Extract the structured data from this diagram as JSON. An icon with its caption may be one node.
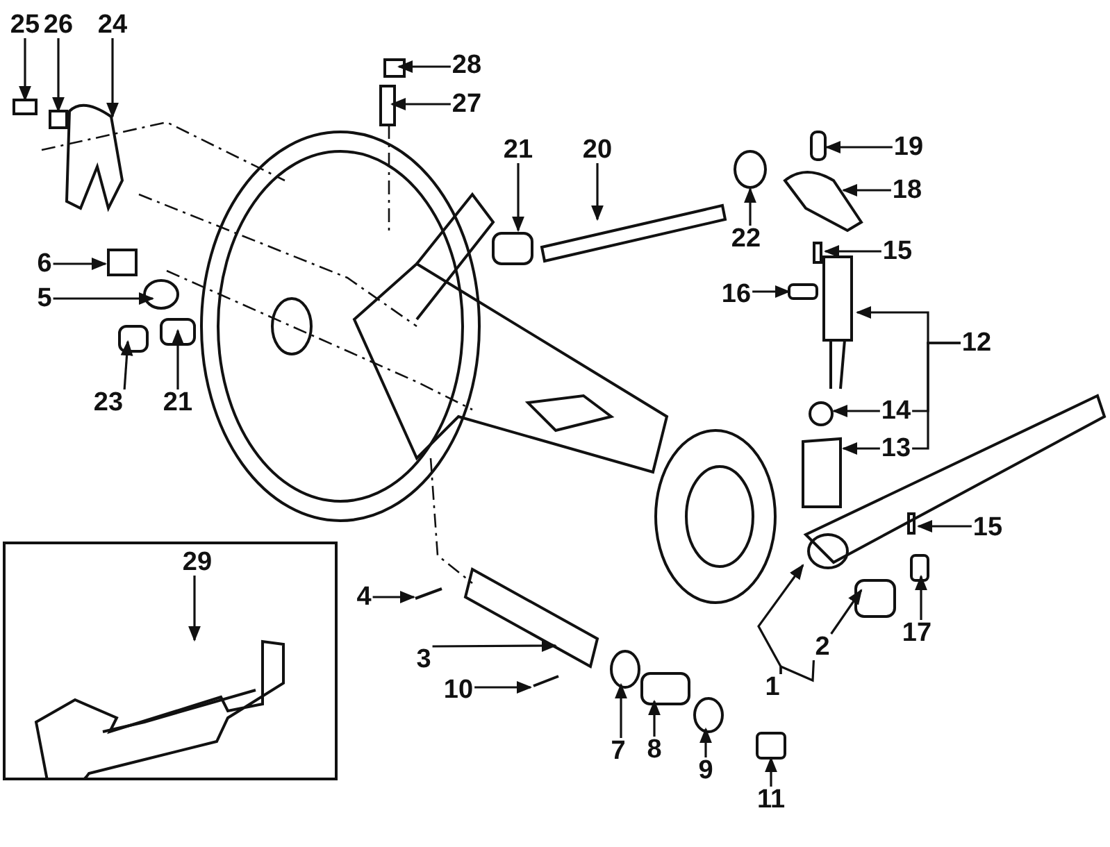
{
  "diagram": {
    "nodes": [
      {
        "text": [
          "25"
        ]
      },
      {
        "text": [
          "26"
        ]
      },
      {
        "text": [
          "24"
        ]
      },
      {
        "text": [
          "28"
        ]
      },
      {
        "text": [
          "27"
        ]
      },
      {
        "text": [
          "21"
        ]
      },
      {
        "text": [
          "20"
        ]
      },
      {
        "text": [
          "19"
        ]
      },
      {
        "text": [
          "18"
        ]
      },
      {
        "text": [
          "22"
        ]
      },
      {
        "text": [
          "15"
        ]
      },
      {
        "text": [
          "16"
        ]
      },
      {
        "text": [
          "6"
        ]
      },
      {
        "text": [
          "5"
        ]
      },
      {
        "text": [
          "23"
        ]
      },
      {
        "text": [
          "21"
        ]
      },
      {
        "text": [
          "12"
        ]
      },
      {
        "text": [
          "14"
        ]
      },
      {
        "text": [
          "13"
        ]
      },
      {
        "text": [
          "15"
        ]
      },
      {
        "text": [
          "17"
        ]
      },
      {
        "text": [
          "2"
        ]
      },
      {
        "text": [
          "1"
        ]
      },
      {
        "text": [
          "4"
        ]
      },
      {
        "text": [
          "3"
        ]
      },
      {
        "text": [
          "10"
        ]
      },
      {
        "text": [
          "7"
        ]
      },
      {
        "text": [
          "8"
        ]
      },
      {
        "text": [
          "9"
        ]
      },
      {
        "text": [
          "11"
        ]
      },
      {
        "text": [],
        "shape": "box"
      },
      {
        "text": [
          "29"
        ],
        "in": 30
      }
    ],
    "edges": [
      {
        "from": 0,
        "to": null,
        "arrow": "to"
      },
      {
        "from": 1,
        "to": null,
        "arrow": "to"
      },
      {
        "from": 2,
        "to": null,
        "arrow": "to"
      },
      {
        "from": 3,
        "to": null,
        "arrow": "to"
      },
      {
        "from": 4,
        "to": null,
        "arrow": "to"
      },
      {
        "from": 5,
        "to": null,
        "arrow": "to"
      },
      {
        "from": 6,
        "to": null,
        "arrow": "to"
      },
      {
        "from": 7,
        "to": null,
        "arrow": "to"
      },
      {
        "from": 8,
        "to": null,
        "arrow": "to"
      },
      {
        "from": 9,
        "to": null,
        "arrow": "to"
      },
      {
        "from": 10,
        "to": null,
        "arrow": "to"
      },
      {
        "from": 11,
        "to": null,
        "arrow": "to"
      },
      {
        "from": 12,
        "to": null,
        "arrow": "to"
      },
      {
        "from": 13,
        "to": null,
        "arrow": "to"
      },
      {
        "from": 14,
        "to": null,
        "arrow": "to"
      },
      {
        "from": 15,
        "to": null,
        "arrow": "to"
      },
      {
        "from": 16,
        "to": null,
        "arrow": "to"
      },
      {
        "from": 17,
        "to": null,
        "arrow": "to"
      },
      {
        "from": 18,
        "to": null,
        "arrow": "to"
      },
      {
        "from": 19,
        "to": null,
        "arrow": "to"
      },
      {
        "from": 20,
        "to": null,
        "arrow": "to"
      },
      {
        "from": 21,
        "to": null,
        "arrow": "to"
      },
      {
        "from": 22,
        "to": null,
        "arrow": "to"
      },
      {
        "from": 23,
        "to": null,
        "arrow": "to"
      },
      {
        "from": 24,
        "to": null,
        "arrow": "to"
      },
      {
        "from": 25,
        "to": null,
        "arrow": "to"
      },
      {
        "from": 26,
        "to": null,
        "arrow": "to"
      },
      {
        "from": 27,
        "to": null,
        "arrow": "to"
      },
      {
        "from": 28,
        "to": null,
        "arrow": "to"
      },
      {
        "from": 29,
        "to": null,
        "arrow": "to"
      },
      {
        "from": 31,
        "to": null,
        "arrow": "to"
      },
      {
        "from": 16,
        "to": 17,
        "arrow": "none"
      },
      {
        "from": 16,
        "to": 18,
        "arrow": "none"
      },
      {
        "from": 22,
        "to": 21,
        "arrow": "none"
      }
    ]
  }
}
